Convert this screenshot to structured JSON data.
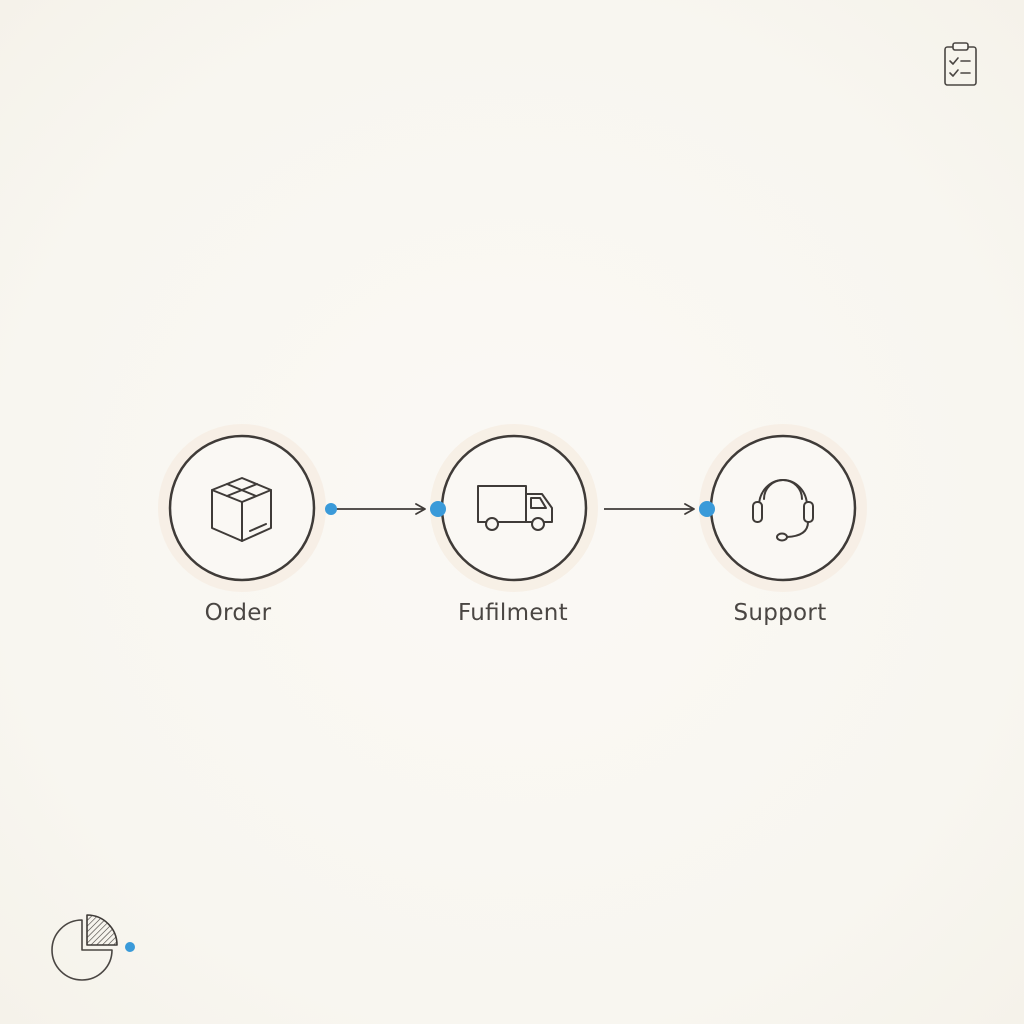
{
  "diagram": {
    "steps": [
      {
        "label": "Order",
        "icon": "box-icon"
      },
      {
        "label": "Fuﬁlment",
        "icon": "truck-icon"
      },
      {
        "label": "Support",
        "icon": "headset-icon"
      }
    ],
    "connectors": [
      {
        "from": "Order",
        "to": "Fuﬁlment"
      },
      {
        "from": "Fuﬁlment",
        "to": "Support"
      }
    ]
  },
  "decorations": {
    "corner_top_right": "clipboard-checklist-icon",
    "corner_bottom_left": "pie-chart-icon"
  },
  "colors": {
    "background": "#f9f7f2",
    "stroke": "#3f3b38",
    "accent": "#3a9ad9",
    "halo": "#f6ece2",
    "text": "#4a4643"
  }
}
